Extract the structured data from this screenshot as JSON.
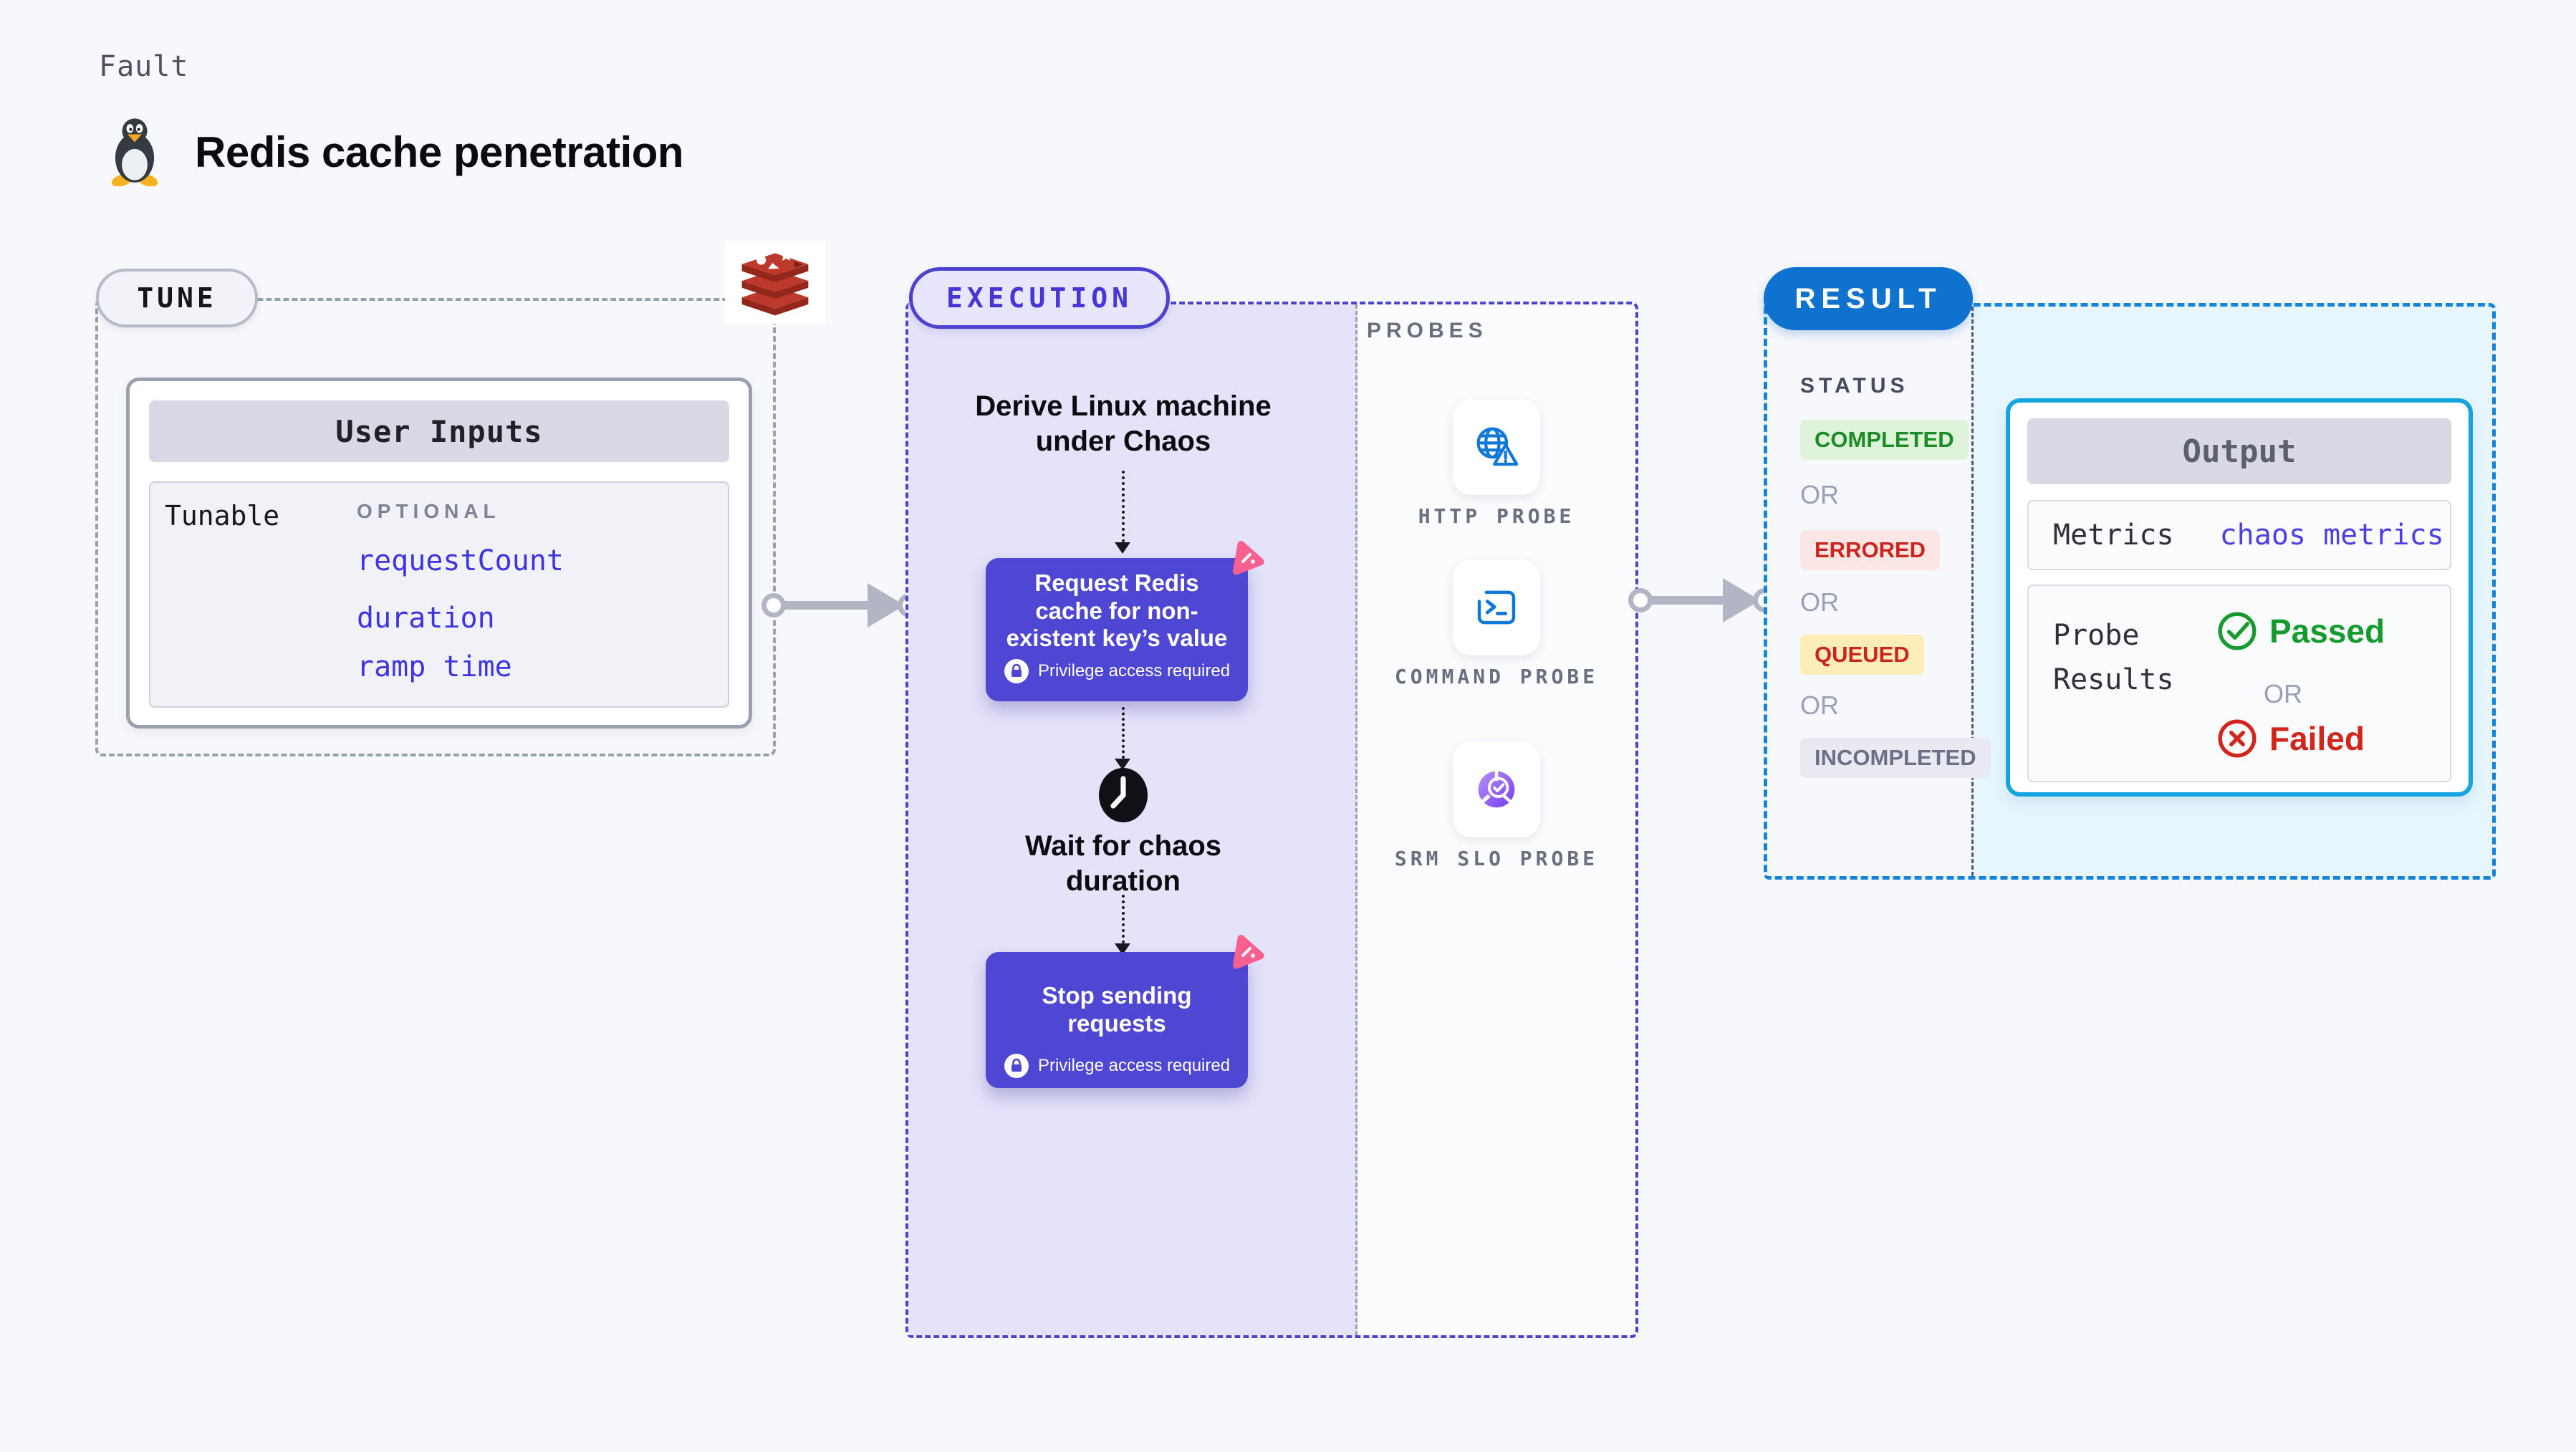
{
  "header": {
    "eyebrow": "Fault",
    "title": "Redis cache penetration"
  },
  "tune": {
    "pill": "TUNE",
    "card_title": "User Inputs",
    "tunable_label": "Tunable",
    "optional_label": "OPTIONAL",
    "tunables": [
      "requestCount",
      "duration",
      "ramp time"
    ]
  },
  "execution": {
    "pill": "EXECUTION",
    "step_derive": "Derive Linux machine under Chaos",
    "node_request": "Request Redis cache for non-existent key’s value",
    "privilege_note": "Privilege access required",
    "step_wait": "Wait for chaos duration",
    "node_stop": "Stop sending requests"
  },
  "probes": {
    "label": "PROBES",
    "items": [
      {
        "label": "HTTP PROBE",
        "icon": "globe-alert-icon"
      },
      {
        "label": "COMMAND PROBE",
        "icon": "terminal-icon"
      },
      {
        "label": "SRM SLO PROBE",
        "icon": "slo-donut-icon"
      }
    ]
  },
  "result": {
    "pill": "RESULT",
    "status_label": "STATUS",
    "or_label": "OR",
    "statuses": [
      {
        "label": "COMPLETED",
        "state": "completed"
      },
      {
        "label": "ERRORED",
        "state": "errored"
      },
      {
        "label": "QUEUED",
        "state": "queued"
      },
      {
        "label": "INCOMPLETED",
        "state": "incompleted"
      }
    ],
    "output": {
      "title": "Output",
      "metrics_label": "Metrics",
      "metrics_value": "chaos metrics",
      "probe_results_label": "Probe Results",
      "passed_label": "Passed",
      "or_label": "OR",
      "failed_label": "Failed"
    }
  },
  "colors": {
    "accent_indigo": "#4b42cf",
    "node_purple": "#4f46d4",
    "chaos_pink": "#f8618f",
    "result_blue": "#0f72cf",
    "output_cyan": "#14a5de",
    "passed_green": "#159a2d",
    "failed_red": "#d2261b",
    "queued_yellow": "#fdeeb9",
    "lavender_bg": "#e4e3fa",
    "result_bg": "#e7f6fc"
  }
}
